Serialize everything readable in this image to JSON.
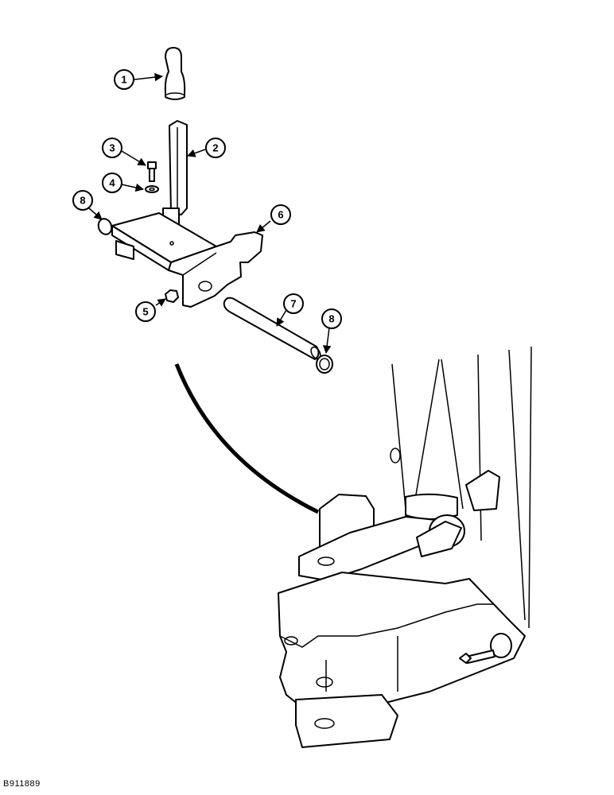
{
  "figure_id": "B911889",
  "callouts": [
    {
      "number": "1",
      "part": "knob"
    },
    {
      "number": "2",
      "part": "lever"
    },
    {
      "number": "3",
      "part": "bolt"
    },
    {
      "number": "4",
      "part": "washer"
    },
    {
      "number": "5",
      "part": "nut"
    },
    {
      "number": "6",
      "part": "lock-plate"
    },
    {
      "number": "7",
      "part": "pin"
    },
    {
      "number": "8",
      "part": "snap-ring"
    },
    {
      "number": "8",
      "part": "snap-ring"
    }
  ],
  "colors": {
    "line": "#000000",
    "background": "#ffffff"
  }
}
